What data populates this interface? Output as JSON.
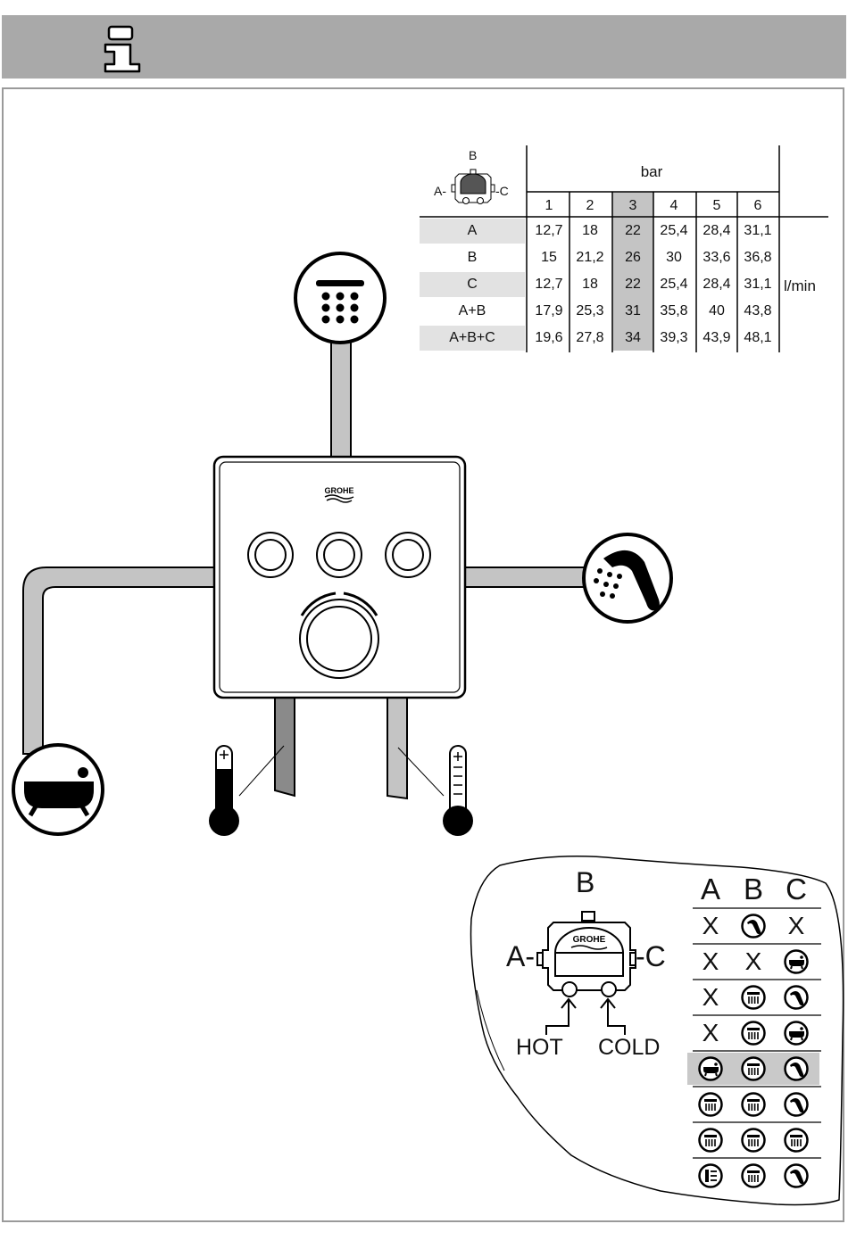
{
  "header": {
    "icon": "info-icon"
  },
  "flow_table": {
    "unit_header": "bar",
    "pressure_columns": [
      "1",
      "2",
      "3",
      "4",
      "5",
      "6"
    ],
    "highlighted_column": "3",
    "flow_unit": "l/min",
    "mini_valve": {
      "top": "B",
      "left": "A-",
      "right": "-C"
    },
    "rows": [
      {
        "outlet": "A",
        "values": [
          "12,7",
          "18",
          "22",
          "25,4",
          "28,4",
          "31,1"
        ]
      },
      {
        "outlet": "B",
        "values": [
          "15",
          "21,2",
          "26",
          "30",
          "33,6",
          "36,8"
        ]
      },
      {
        "outlet": "C",
        "values": [
          "12,7",
          "18",
          "22",
          "25,4",
          "28,4",
          "31,1"
        ]
      },
      {
        "outlet": "A+B",
        "values": [
          "17,9",
          "25,3",
          "31",
          "35,8",
          "40",
          "43,8"
        ]
      },
      {
        "outlet": "A+B+C",
        "values": [
          "19,6",
          "27,8",
          "34",
          "39,3",
          "43,9",
          "48,1"
        ]
      }
    ]
  },
  "valve_diagram": {
    "brand": "GROHE",
    "outlets": [
      "overhead-shower",
      "hand-shower",
      "bathtub"
    ],
    "temperatures": [
      "hot-thermometer",
      "cold-thermometer"
    ]
  },
  "config_panel": {
    "top_label": "B",
    "left_label": "A-",
    "right_label": "-C",
    "hot_label": "HOT",
    "cold_label": "COLD",
    "brand": "GROHE",
    "columns": [
      "A",
      "B",
      "C"
    ],
    "highlighted_row": 5,
    "rows": [
      [
        "X",
        "hand-shower-icon",
        "X"
      ],
      [
        "X",
        "X",
        "bathtub-icon"
      ],
      [
        "X",
        "overhead-shower-icon",
        "hand-shower-icon"
      ],
      [
        "X",
        "overhead-shower-icon",
        "bathtub-icon"
      ],
      [
        "bathtub-icon",
        "overhead-shower-icon",
        "hand-shower-icon"
      ],
      [
        "overhead-shower-icon",
        "overhead-shower-icon",
        "hand-shower-icon"
      ],
      [
        "overhead-shower-icon",
        "overhead-shower-icon",
        "overhead-shower-icon"
      ],
      [
        "body-jet-icon",
        "overhead-shower-icon",
        "hand-shower-icon"
      ]
    ]
  }
}
